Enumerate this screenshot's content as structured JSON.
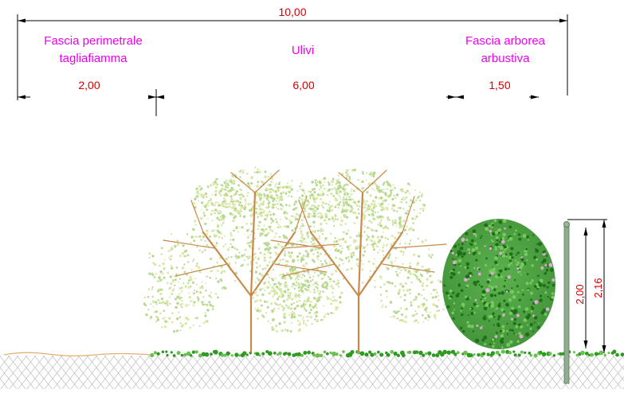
{
  "dimensions": {
    "total": "10,00",
    "fascia_perimetrale": "2,00",
    "ulivi": "6,00",
    "fascia_arborea": "1,50",
    "height_fence": "2,00",
    "height_shrub": "2,16"
  },
  "zones": {
    "left_line1": "Fascia perimetrale",
    "left_line2": "tagliafiamma",
    "center": "Ulivi",
    "right_line1": "Fascia arborea",
    "right_line2": "arbustiva"
  },
  "colors": {
    "dimension_text": "#d40000",
    "zone_text": "#ee00ee",
    "olive_foliage": "#b8d890",
    "olive_branches": "#c88a4a",
    "shrub_foliage": "#3c9a2a",
    "ground_hatch": "#bfbfbf",
    "grass": "#2e9a22",
    "fence_post": "#7a9a7a"
  }
}
